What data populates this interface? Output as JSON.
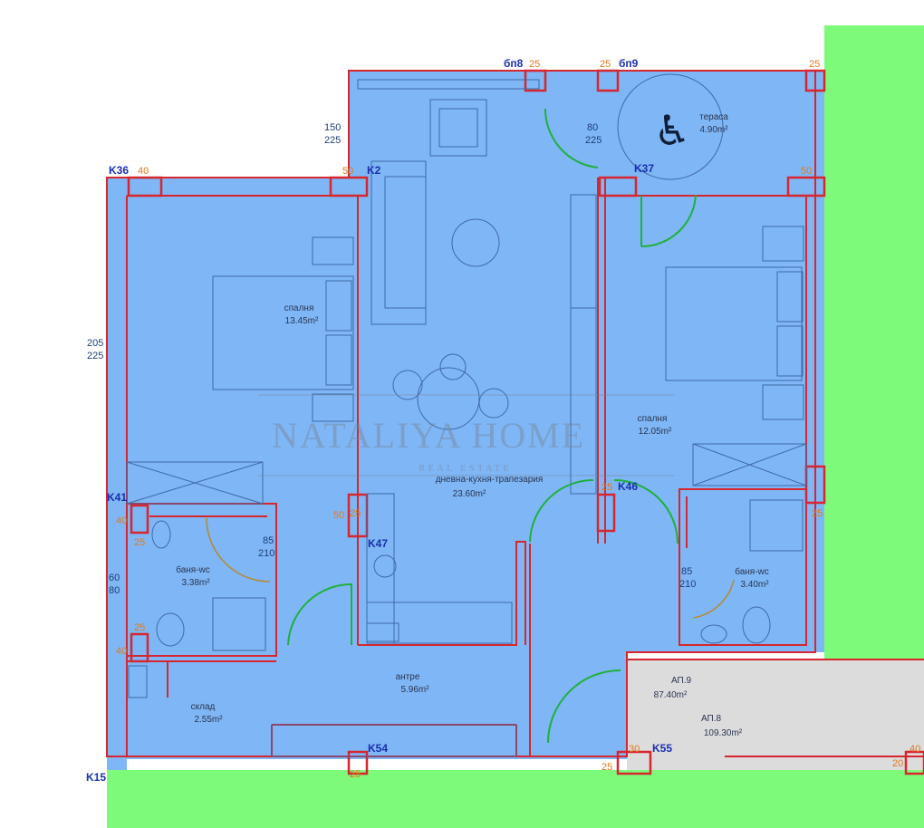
{
  "colors": {
    "floor": "#7fb6f5",
    "wall": "#d7262e",
    "exterior": "#7dfa7a",
    "grey_area": "#dcdcdc",
    "door_green": "#1fb03c",
    "column_label": "#1a2fb0",
    "dim_orange": "#e07a1f"
  },
  "rooms": {
    "terrace": {
      "name": "тераса",
      "area": "4.90m²"
    },
    "bedroom_left": {
      "name": "спалня",
      "area": "13.45m²"
    },
    "bedroom_right": {
      "name": "спалня",
      "area": "12.05m²"
    },
    "living": {
      "name": "дневна-кухня-трапезария",
      "area": "23.60m²"
    },
    "bath_left": {
      "name": "баня-wc",
      "area": "3.38m²"
    },
    "bath_right": {
      "name": "баня-wc",
      "area": "3.40m²"
    },
    "entry": {
      "name": "антре",
      "area": "5.96m²"
    },
    "storage": {
      "name": "склад",
      "area": "2.55m²"
    },
    "ap_grey_1": {
      "name": "АП.9",
      "area": "87.40m²"
    },
    "ap_grey_2": {
      "name": "АП.8",
      "area": "109.30m²"
    }
  },
  "columns": {
    "k36": "K36",
    "k2": "K2",
    "k37": "K37",
    "k41": "K41",
    "k46": "K46",
    "k47": "K47",
    "k54": "K54",
    "k55": "K55",
    "k15": "K15",
    "bn8": "бп8",
    "bn9": "бп9"
  },
  "dims": {
    "d150": "150",
    "d225a": "225",
    "d80": "80",
    "d225b": "225",
    "d205": "205",
    "d225c": "225",
    "d85a": "85",
    "d210a": "210",
    "d85b": "85",
    "d210b": "210",
    "d60": "60",
    "d80b": "80",
    "o25a": "25",
    "o25b": "25",
    "o25c": "25",
    "o40a": "40",
    "o50a": "50",
    "o50b": "50",
    "o25d": "25",
    "o25e": "25",
    "o40b": "40",
    "o25f": "25",
    "o25g": "25",
    "o40c": "40",
    "o50c": "50",
    "o25h": "25",
    "o25i": "25",
    "o30a": "30",
    "o25j": "25",
    "o20": "20",
    "o40d": "40"
  },
  "watermark": {
    "main": "NATALIYA HOME",
    "sub": "REAL ESTATE"
  },
  "icons": {
    "accessibility": "wheelchair-icon"
  }
}
